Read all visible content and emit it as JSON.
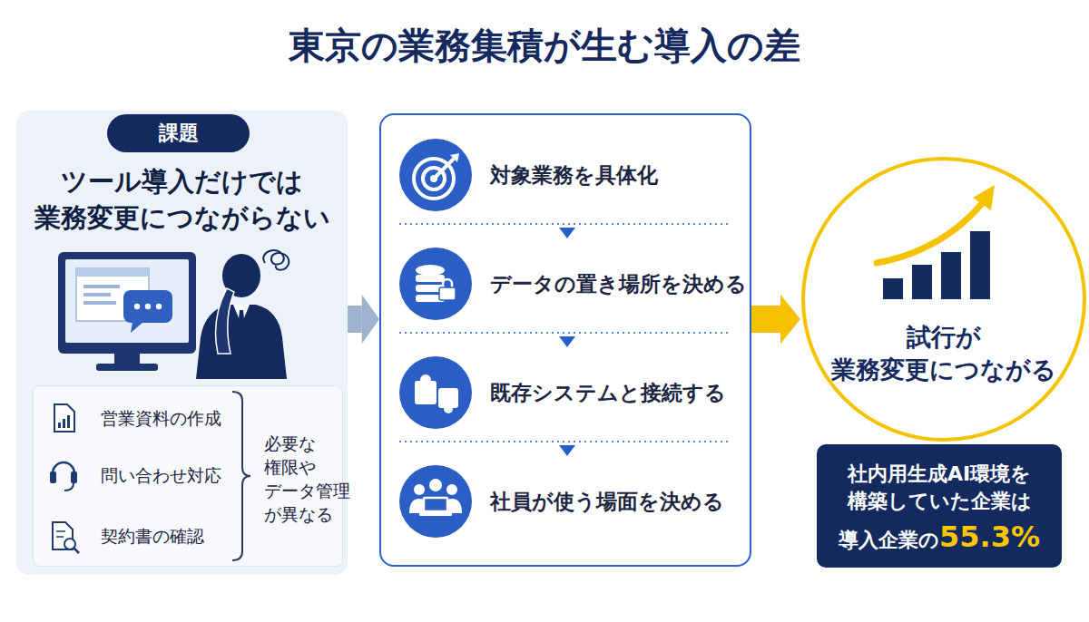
{
  "diagram": {
    "title": "東京の業務集積が生む導入の差",
    "nodes": [
      {
        "text": [
          "ツール導入だけでは 業務変更につながらない"
        ]
      },
      {
        "text": [
          "課題"
        ],
        "in": 0
      },
      {
        "text": [
          "営業資料の作成",
          "問い合わせ対応",
          "契約書の確認",
          "必要な 権限や データ管理 が異なる"
        ],
        "in": 0
      },
      {
        "text": []
      },
      {
        "text": [
          "対象業務を具体化"
        ],
        "in": 3
      },
      {
        "text": [
          "データの置き場所を決める"
        ],
        "in": 3
      },
      {
        "text": [
          "既存システムと接続する"
        ],
        "in": 3
      },
      {
        "text": [
          "社員が使う場面を決める"
        ],
        "in": 3
      },
      {
        "text": [
          "試行が 業務変更につながる"
        ]
      },
      {
        "text": [
          "社内用生成AI環境を 構築していた企業は",
          "導入企業の",
          "55.3%"
        ]
      }
    ],
    "edges": [
      {
        "from": 0,
        "to": 3,
        "arrow": "to"
      },
      {
        "from": 3,
        "to": 8,
        "arrow": "to"
      },
      {
        "from": 4,
        "to": 5,
        "arrow": "to"
      },
      {
        "from": 5,
        "to": 6,
        "arrow": "to"
      },
      {
        "from": 6,
        "to": 7,
        "arrow": "to"
      }
    ]
  }
}
